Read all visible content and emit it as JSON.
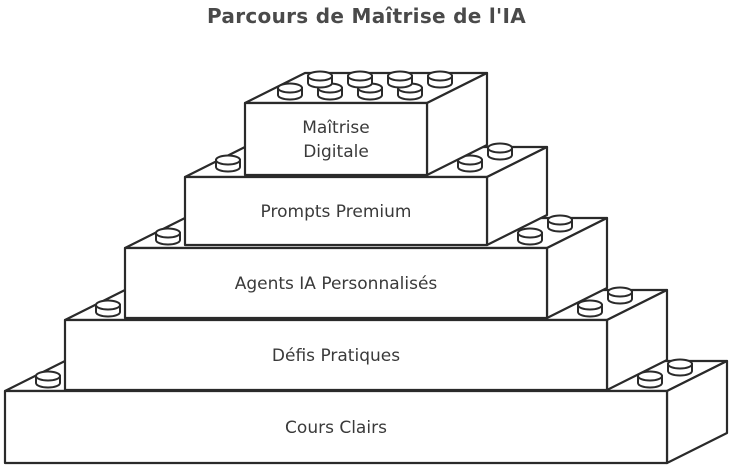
{
  "title": "Parcours de Maîtrise de l'IA",
  "levels": [
    {
      "label_lines": [
        "Maîtrise",
        "Digitale"
      ]
    },
    {
      "label_lines": [
        "Prompts Premium"
      ]
    },
    {
      "label_lines": [
        "Agents IA Personnalisés"
      ]
    },
    {
      "label_lines": [
        "Défis Pratiques"
      ]
    },
    {
      "label_lines": [
        "Cours Clairs"
      ]
    }
  ],
  "colors": {
    "stroke": "#2a2a2a",
    "text": "#3a3a3a",
    "title": "#4a4a4a",
    "fill": "#ffffff"
  }
}
